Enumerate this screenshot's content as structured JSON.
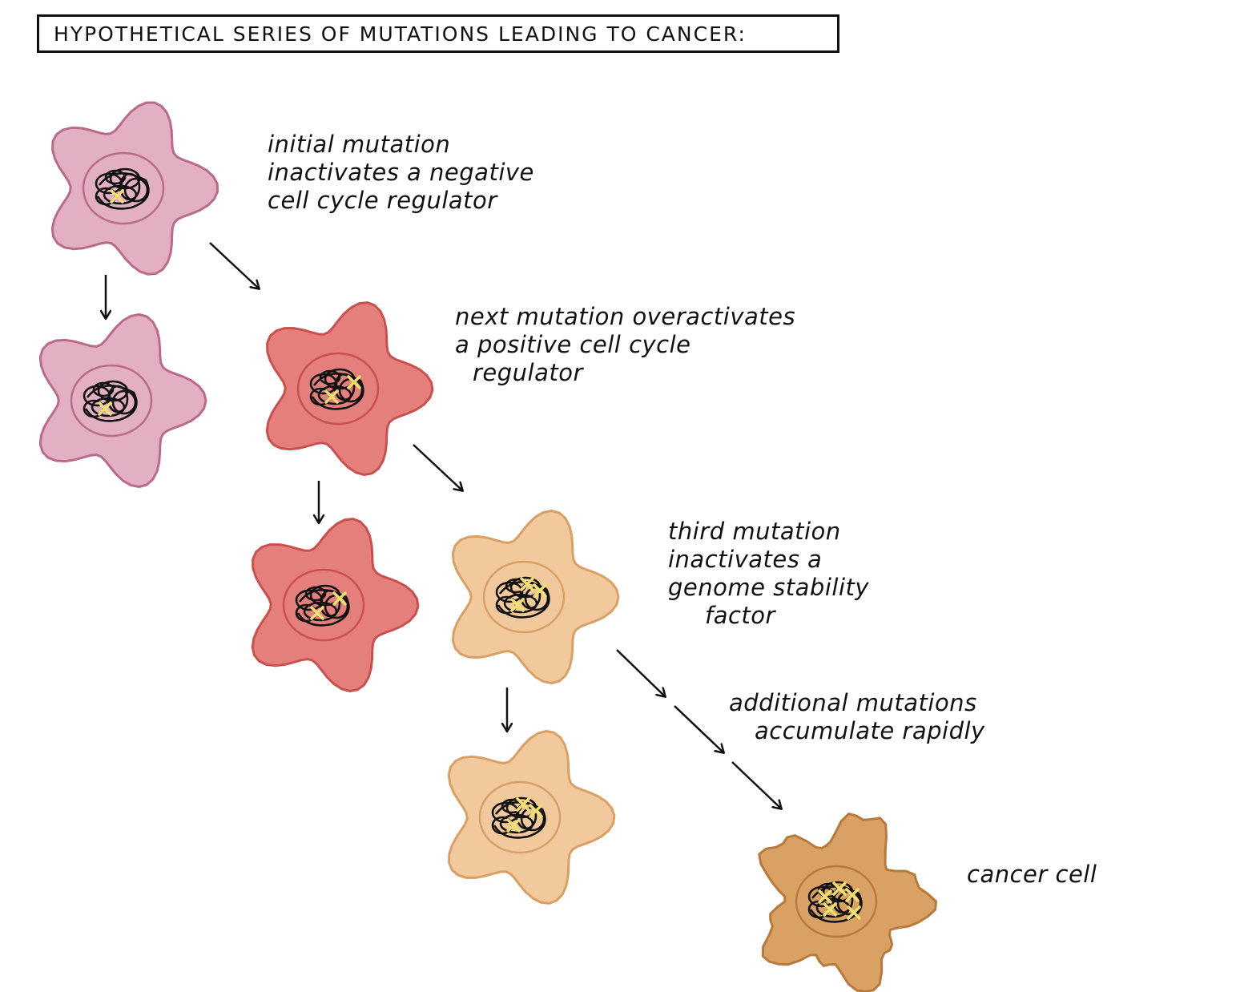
{
  "title": "HYPOTHETICAL SERIES OF MUTATIONS LEADING TO CANCER:",
  "labels": {
    "step1": [
      "initial mutation",
      "inactivates a negative",
      "cell cycle regulator"
    ],
    "step2": [
      "next mutation overactivates",
      "a positive cell cycle",
      "regulator"
    ],
    "step3": [
      "third mutation",
      "inactivates a",
      "genome stability",
      "factor"
    ],
    "step4": [
      "additional mutations",
      "accumulate rapidly"
    ],
    "step5": "cancer cell"
  },
  "colors": {
    "stage1_fill": "#e3afc3",
    "stage1_stroke": "#b96b8a",
    "stage2_fill": "#e47f7b",
    "stage2_stroke": "#c9504d",
    "stage3_fill": "#f2c99c",
    "stage3_stroke": "#d9a066",
    "stage4_fill": "#d9a164",
    "stage4_stroke": "#b87a3c",
    "mutation_mark": "#f0e070"
  },
  "cells": [
    {
      "id": "cell-1-parent",
      "stage": 1,
      "mutations": 1
    },
    {
      "id": "cell-1-child",
      "stage": 1,
      "mutations": 1
    },
    {
      "id": "cell-2-parent",
      "stage": 2,
      "mutations": 2
    },
    {
      "id": "cell-2-child",
      "stage": 2,
      "mutations": 2
    },
    {
      "id": "cell-3-parent",
      "stage": 3,
      "mutations": 3
    },
    {
      "id": "cell-3-child",
      "stage": 3,
      "mutations": 3
    },
    {
      "id": "cancer-cell",
      "stage": 4,
      "mutations": 5
    }
  ]
}
